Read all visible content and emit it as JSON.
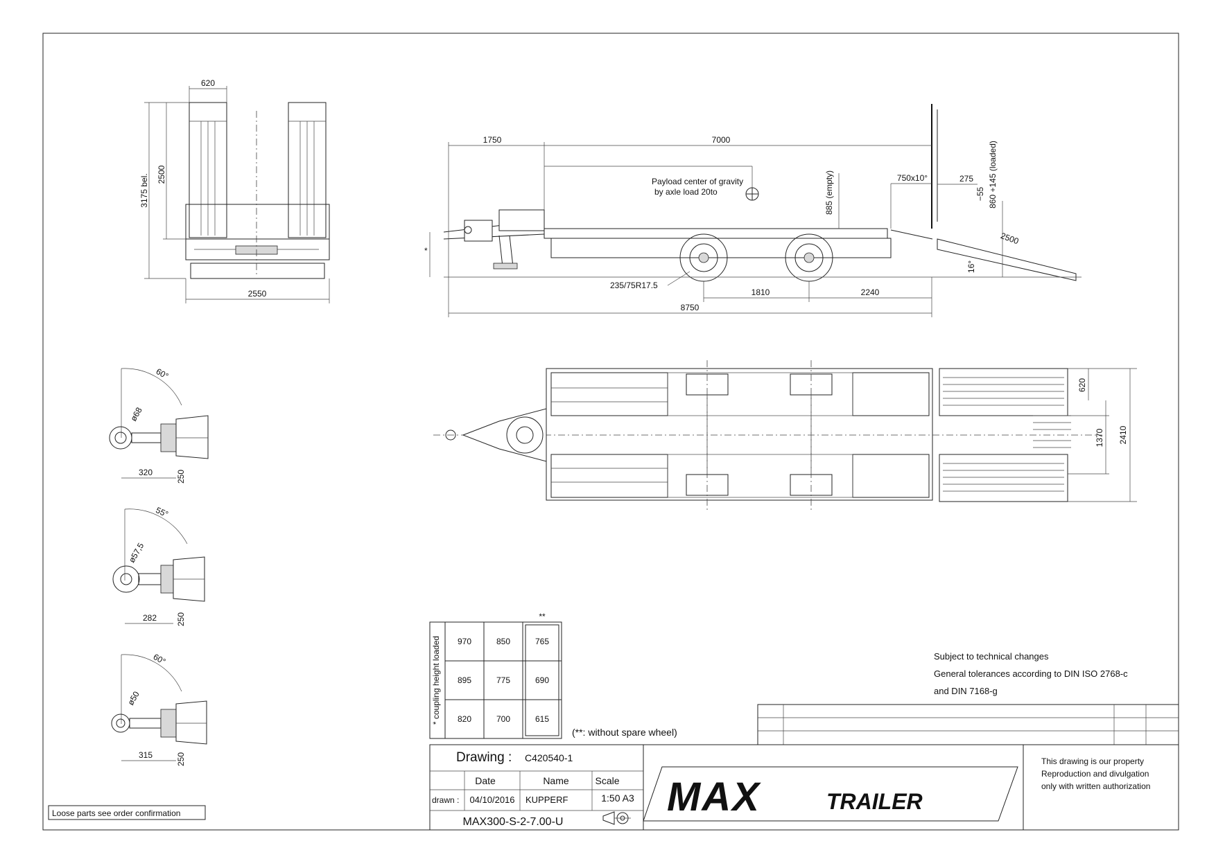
{
  "front_view": {
    "dim_top": "620",
    "dim_height_total": "3175 bel.",
    "dim_height_ramp": "2500",
    "dim_width": "2550"
  },
  "side_view": {
    "dim_drawbar": "1750",
    "dim_deck": "7000",
    "payload_note_1": "Payload center of gravity",
    "payload_note_2": "by axle load 20to",
    "dim_empty": "885 (empty)",
    "dim_beaver": "750x10°",
    "dim_275": "275",
    "dim_loaded_a": "−55",
    "dim_loaded_b": "860 +145 (loaded)",
    "dim_ramp": "2500",
    "dim_angle": "16°",
    "tyre": "235/75R17.5",
    "dim_axle": "1810",
    "dim_rear": "2240",
    "dim_total": "8750",
    "asterisk": "*"
  },
  "top_view": {
    "dim_620": "620",
    "dim_1370": "1370",
    "dim_2410": "2410"
  },
  "couplings": [
    {
      "angle": "60°",
      "dia": "ø68",
      "len": "320",
      "h": "250"
    },
    {
      "angle": "55°",
      "dia": "ø57,5",
      "len": "282",
      "h": "250"
    },
    {
      "angle": "60°",
      "dia": "ø50",
      "len": "315",
      "h": "250"
    }
  ],
  "height_table": {
    "label": "* coupling height loaded",
    "marker": "**",
    "rows": [
      [
        "970",
        "850",
        "765"
      ],
      [
        "895",
        "775",
        "690"
      ],
      [
        "820",
        "700",
        "615"
      ]
    ],
    "footnote": "(**: without spare wheel)"
  },
  "notes": {
    "line1": "Subject to technical changes",
    "line2": "General tolerances according to DIN ISO 2768-c",
    "line3": "and DIN 7168-g"
  },
  "title_block": {
    "drawing_label": "Drawing :",
    "drawing_no": "C420540-1",
    "col_date": "Date",
    "col_name": "Name",
    "col_scale": "Scale",
    "row_drawn": "drawn :",
    "date": "04/10/2016",
    "name": "KUPPERF",
    "scale": "1:50 A3",
    "model": "MAX300-S-2-7.00-U",
    "logo_max": "MAX",
    "logo_trailer": "TRAILER",
    "property_1": "This drawing is our property",
    "property_2": "Reproduction and divulgation",
    "property_3": "only with written authorization"
  },
  "loose_parts": "Loose parts see order confirmation"
}
